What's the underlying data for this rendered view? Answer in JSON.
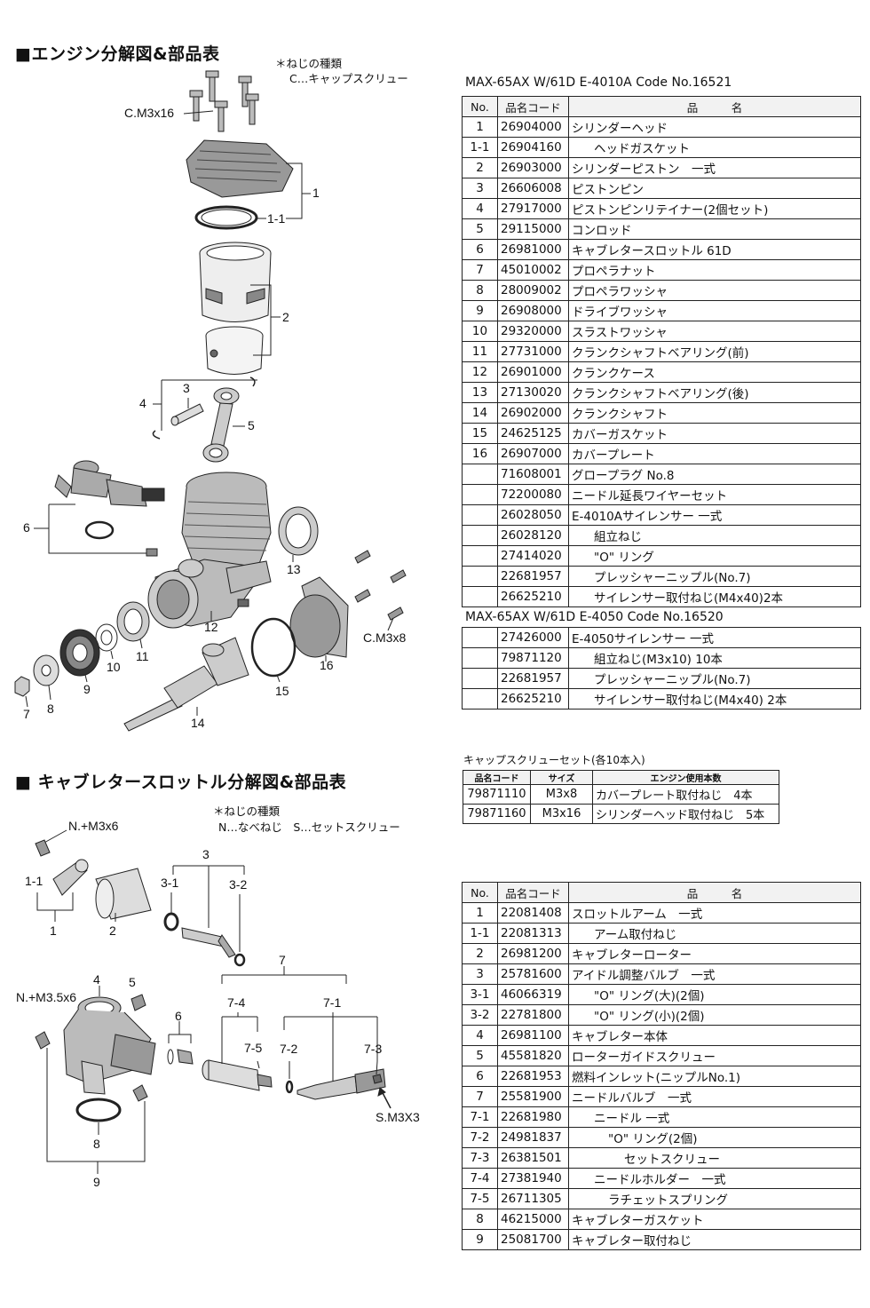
{
  "engine_section": {
    "title": "■エンジン分解図&部品表",
    "note_line1": "＊ねじの種類",
    "note_line2": "C…キャップスクリュー",
    "callouts": {
      "cm3x16": "C.M3x16",
      "c1": "1",
      "c1_1": "1-1",
      "c2": "2",
      "c3": "3",
      "c4": "4",
      "c5": "5",
      "c6": "6",
      "c7": "7",
      "c8": "8",
      "c9": "9",
      "c10": "10",
      "c11": "11",
      "c12": "12",
      "c13": "13",
      "c14": "14",
      "c15": "15",
      "c16": "16",
      "cm3x8": "C.M3x8"
    },
    "table_caption": "MAX-65AX W/61D E-4010A  Code No.16521",
    "headers": {
      "no": "No.",
      "code": "品名コード",
      "name": "品　　　名"
    },
    "rows": [
      {
        "no": "1",
        "code": "26904000",
        "name": "シリンダーヘッド"
      },
      {
        "no": "1-1",
        "code": "26904160",
        "name": "ヘッドガスケット"
      },
      {
        "no": "2",
        "code": "26903000",
        "name": "シリンダーピストン　一式"
      },
      {
        "no": "3",
        "code": "26606008",
        "name": "ピストンピン"
      },
      {
        "no": "4",
        "code": "27917000",
        "name": "ピストンピンリテイナー(2個セット)"
      },
      {
        "no": "5",
        "code": "29115000",
        "name": "コンロッド"
      },
      {
        "no": "6",
        "code": "26981000",
        "name": "キャブレタースロットル 61D"
      },
      {
        "no": "7",
        "code": "45010002",
        "name": "プロペラナット"
      },
      {
        "no": "8",
        "code": "28009002",
        "name": "プロペラワッシャ"
      },
      {
        "no": "9",
        "code": "26908000",
        "name": "ドライブワッシャ"
      },
      {
        "no": "10",
        "code": "29320000",
        "name": "スラストワッシャ"
      },
      {
        "no": "11",
        "code": "27731000",
        "name": "クランクシャフトベアリング(前)"
      },
      {
        "no": "12",
        "code": "26901000",
        "name": "クランクケース"
      },
      {
        "no": "13",
        "code": "27130020",
        "name": "クランクシャフトベアリング(後)"
      },
      {
        "no": "14",
        "code": "26902000",
        "name": "クランクシャフト"
      },
      {
        "no": "15",
        "code": "24625125",
        "name": "カバーガスケット"
      },
      {
        "no": "16",
        "code": "26907000",
        "name": "カバープレート"
      },
      {
        "no": "",
        "code": "71608001",
        "name": "グロープラグ No.8"
      },
      {
        "no": "",
        "code": "72200080",
        "name": "ニードル延長ワイヤーセット"
      },
      {
        "no": "",
        "code": "26028050",
        "name": "E-4010Aサイレンサー 一式"
      },
      {
        "no": "",
        "code": "26028120",
        "name": "組立ねじ"
      },
      {
        "no": "",
        "code": "27414020",
        "name": "\"O\" リング"
      },
      {
        "no": "",
        "code": "22681957",
        "name": "プレッシャーニップル(No.7)"
      },
      {
        "no": "",
        "code": "26625210",
        "name": "サイレンサー取付ねじ(M4x40)2本"
      }
    ],
    "table2_caption": "MAX-65AX W/61D E-4050 Code No.16520",
    "rows2": [
      {
        "no": "",
        "code": "27426000",
        "name": "E-4050サイレンサー 一式"
      },
      {
        "no": "",
        "code": "79871120",
        "name": "組立ねじ(M3x10) 10本"
      },
      {
        "no": "",
        "code": "22681957",
        "name": "プレッシャーニップル(No.7)"
      },
      {
        "no": "",
        "code": "26625210",
        "name": "サイレンサー取付ねじ(M4x40) 2本"
      }
    ]
  },
  "capscrew_set": {
    "caption": "キャップスクリューセット(各10本入)",
    "headers": {
      "code": "品名コード",
      "size": "サイズ",
      "use": "エンジン使用本数"
    },
    "rows": [
      {
        "code": "79871110",
        "size": "M3x8",
        "use": "カバープレート取付ねじ　4本"
      },
      {
        "code": "79871160",
        "size": "M3x16",
        "use": "シリンダーヘッド取付ねじ　5本"
      }
    ]
  },
  "carb_section": {
    "title": "■ キャブレタースロットル分解図&部品表",
    "note_line1": "＊ねじの種類",
    "note_line2": "N…なべねじ　S…セットスクリュー",
    "callouts": {
      "nm3x6": "N.+M3x6",
      "c1_1": "1-1",
      "c1": "1",
      "c2": "2",
      "c3": "3",
      "c3_1": "3-1",
      "c3_2": "3-2",
      "c4": "4",
      "c5": "5",
      "nm35x6": "N.+M3.5x6",
      "c6": "6",
      "c7": "7",
      "c7_4": "7-4",
      "c7_1": "7-1",
      "c7_5": "7-5",
      "c7_2": "7-2",
      "c7_3": "7-3",
      "sm3x3": "S.M3X3",
      "c8": "8",
      "c9": "9"
    },
    "headers": {
      "no": "No.",
      "code": "品名コード",
      "name": "品　　　名"
    },
    "rows": [
      {
        "no": "1",
        "code": "22081408",
        "name": "スロットルアーム　一式",
        "indent": 0
      },
      {
        "no": "1-1",
        "code": "22081313",
        "name": "アーム取付ねじ",
        "indent": 1
      },
      {
        "no": "2",
        "code": "26981200",
        "name": "キャブレターローター",
        "indent": 0
      },
      {
        "no": "3",
        "code": "25781600",
        "name": "アイドル調整バルブ　一式",
        "indent": 0
      },
      {
        "no": "3-1",
        "code": "46066319",
        "name": "\"O\" リング(大)(2個)",
        "indent": 1
      },
      {
        "no": "3-2",
        "code": "22781800",
        "name": "\"O\" リング(小)(2個)",
        "indent": 1
      },
      {
        "no": "4",
        "code": "26981100",
        "name": "キャブレター本体",
        "indent": 0
      },
      {
        "no": "5",
        "code": "45581820",
        "name": "ローターガイドスクリュー",
        "indent": 0
      },
      {
        "no": "6",
        "code": "22681953",
        "name": "燃料インレット(ニップルNo.1)",
        "indent": 0
      },
      {
        "no": "7",
        "code": "25581900",
        "name": "ニードルバルブ　一式",
        "indent": 0
      },
      {
        "no": "7-1",
        "code": "22681980",
        "name": "ニードル 一式",
        "indent": 1
      },
      {
        "no": "7-2",
        "code": "24981837",
        "name": "\"O\" リング(2個)",
        "indent": 2
      },
      {
        "no": "7-3",
        "code": "26381501",
        "name": "セットスクリュー",
        "indent": 3
      },
      {
        "no": "7-4",
        "code": "27381940",
        "name": "ニードルホルダー　一式",
        "indent": 1
      },
      {
        "no": "7-5",
        "code": "26711305",
        "name": "ラチェットスプリング",
        "indent": 2
      },
      {
        "no": "8",
        "code": "46215000",
        "name": "キャブレターガスケット",
        "indent": 0
      },
      {
        "no": "9",
        "code": "25081700",
        "name": "キャブレター取付ねじ",
        "indent": 0
      }
    ]
  }
}
